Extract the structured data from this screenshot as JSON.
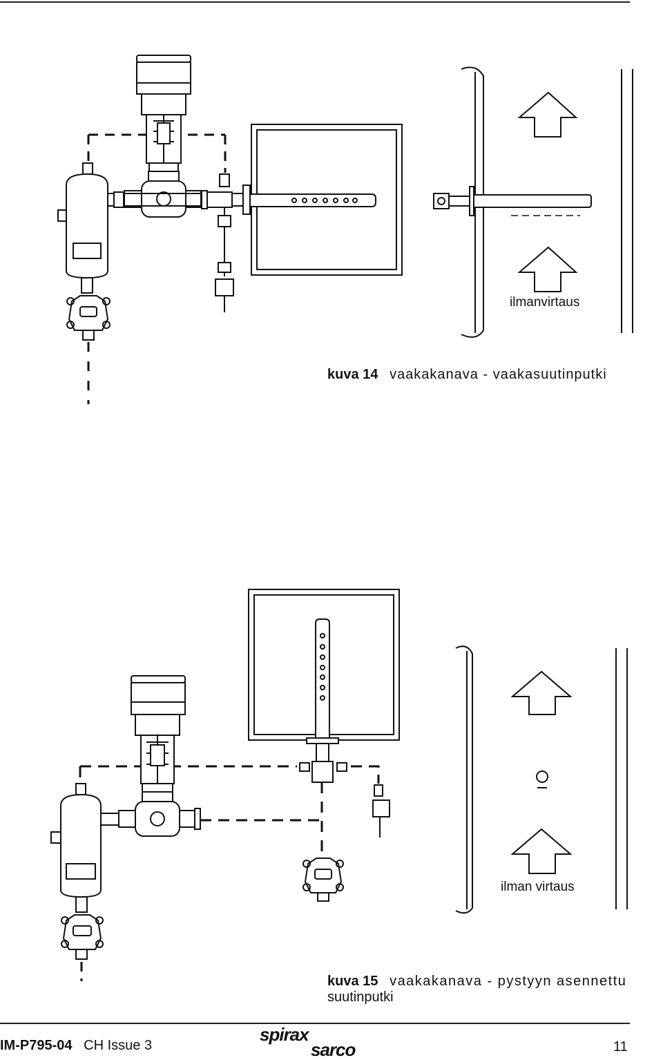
{
  "figure14": {
    "flow_label": "ilmanvirtaus",
    "caption_num": "kuva 14",
    "caption_text": "vaakakanava - vaakasuutinputki"
  },
  "figure15": {
    "flow_label": "ilman virtaus",
    "caption_num": "kuva 15",
    "caption_text": "vaakakanava - pystyyn asennettu",
    "caption_text2": "suutinputki"
  },
  "footer": {
    "doc_id": "IM-P795-04",
    "issue": "CH Issue 3",
    "logo_top": "spirax",
    "logo_bottom": "sarco",
    "page_number": "11"
  }
}
